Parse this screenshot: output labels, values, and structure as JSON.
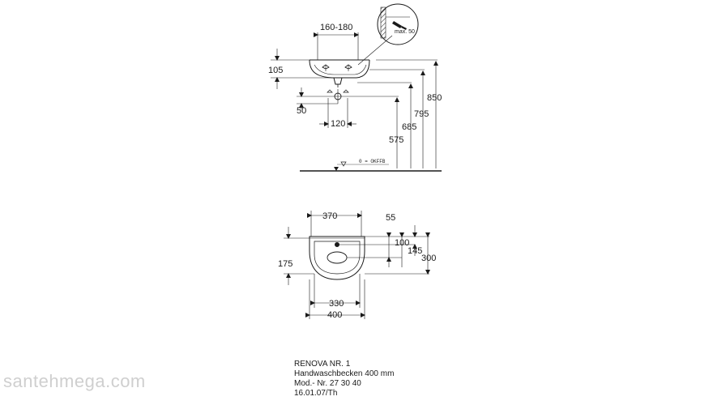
{
  "labels": {
    "hole_spacing": "160-180",
    "max_screw": "max. 50",
    "top_height": "105",
    "offset_50": "50",
    "spacing_120": "120",
    "h_575": "575",
    "h_685": "685",
    "h_795": "795",
    "h_850": "850",
    "floor_label": "0 = OKFFB",
    "width_370": "370",
    "d_55": "55",
    "d_100": "100",
    "d_145": "145",
    "d_300": "300",
    "d_175": "175",
    "width_330": "330",
    "width_400": "400"
  },
  "caption": {
    "line1": "RENOVA NR. 1",
    "line2": "Handwaschbecken 400 mm",
    "line3": "Mod.- Nr. 27 30 40",
    "line4": "16.01.07/Th"
  },
  "watermark": "santehmega.com"
}
